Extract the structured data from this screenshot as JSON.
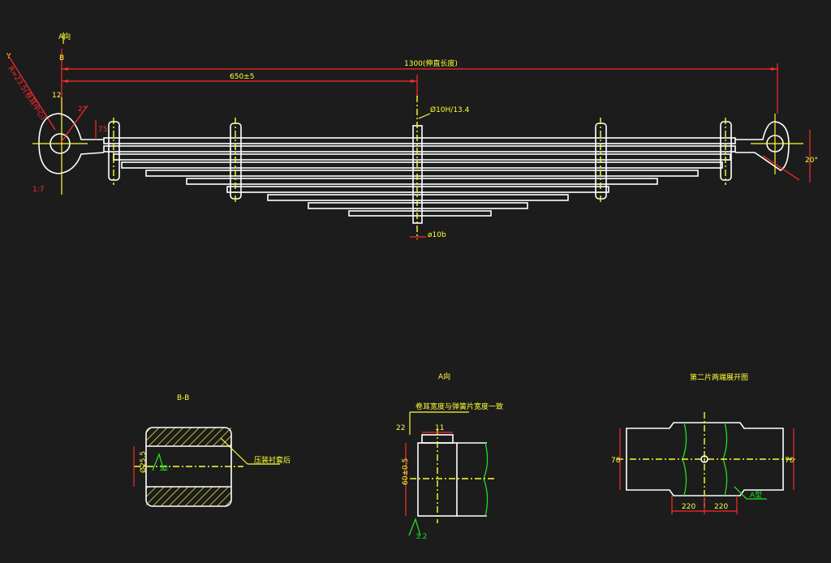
{
  "drawing": {
    "main_view": {
      "label_direction": "A向",
      "label_section": "B",
      "dim_total": "1300(伸直长度)",
      "dim_half": "650±5",
      "dim_center_bolt": "Ø10H/13.4",
      "dim_bottom_bolt": "ø10b",
      "dim_eye_left": "R=23.5(卷耳中心)",
      "dim_left_thick": "75",
      "dim_left_angle": "2°",
      "dim_left_small": "12",
      "dim_left_bottom": "1:7",
      "dim_right_angle": "20°",
      "mark_left_top": "Y"
    },
    "section_bb": {
      "title": "B-B",
      "dim_left": "Ø25.5",
      "roughness": "12",
      "leader_note": "压装衬套后"
    },
    "view_a": {
      "title": "A向",
      "note": "卷耳宽度与弹簧片宽度一致",
      "dim_top_left": "22",
      "dim_top_right": "11",
      "dim_vertical": "60±0.5",
      "roughness": "3.2"
    },
    "view_right": {
      "title": "第二片两端展开图",
      "dim_left": "70",
      "dim_right": "70",
      "dim_bottom_left": "220",
      "dim_bottom_right": "220",
      "leader_note": "A型"
    }
  }
}
